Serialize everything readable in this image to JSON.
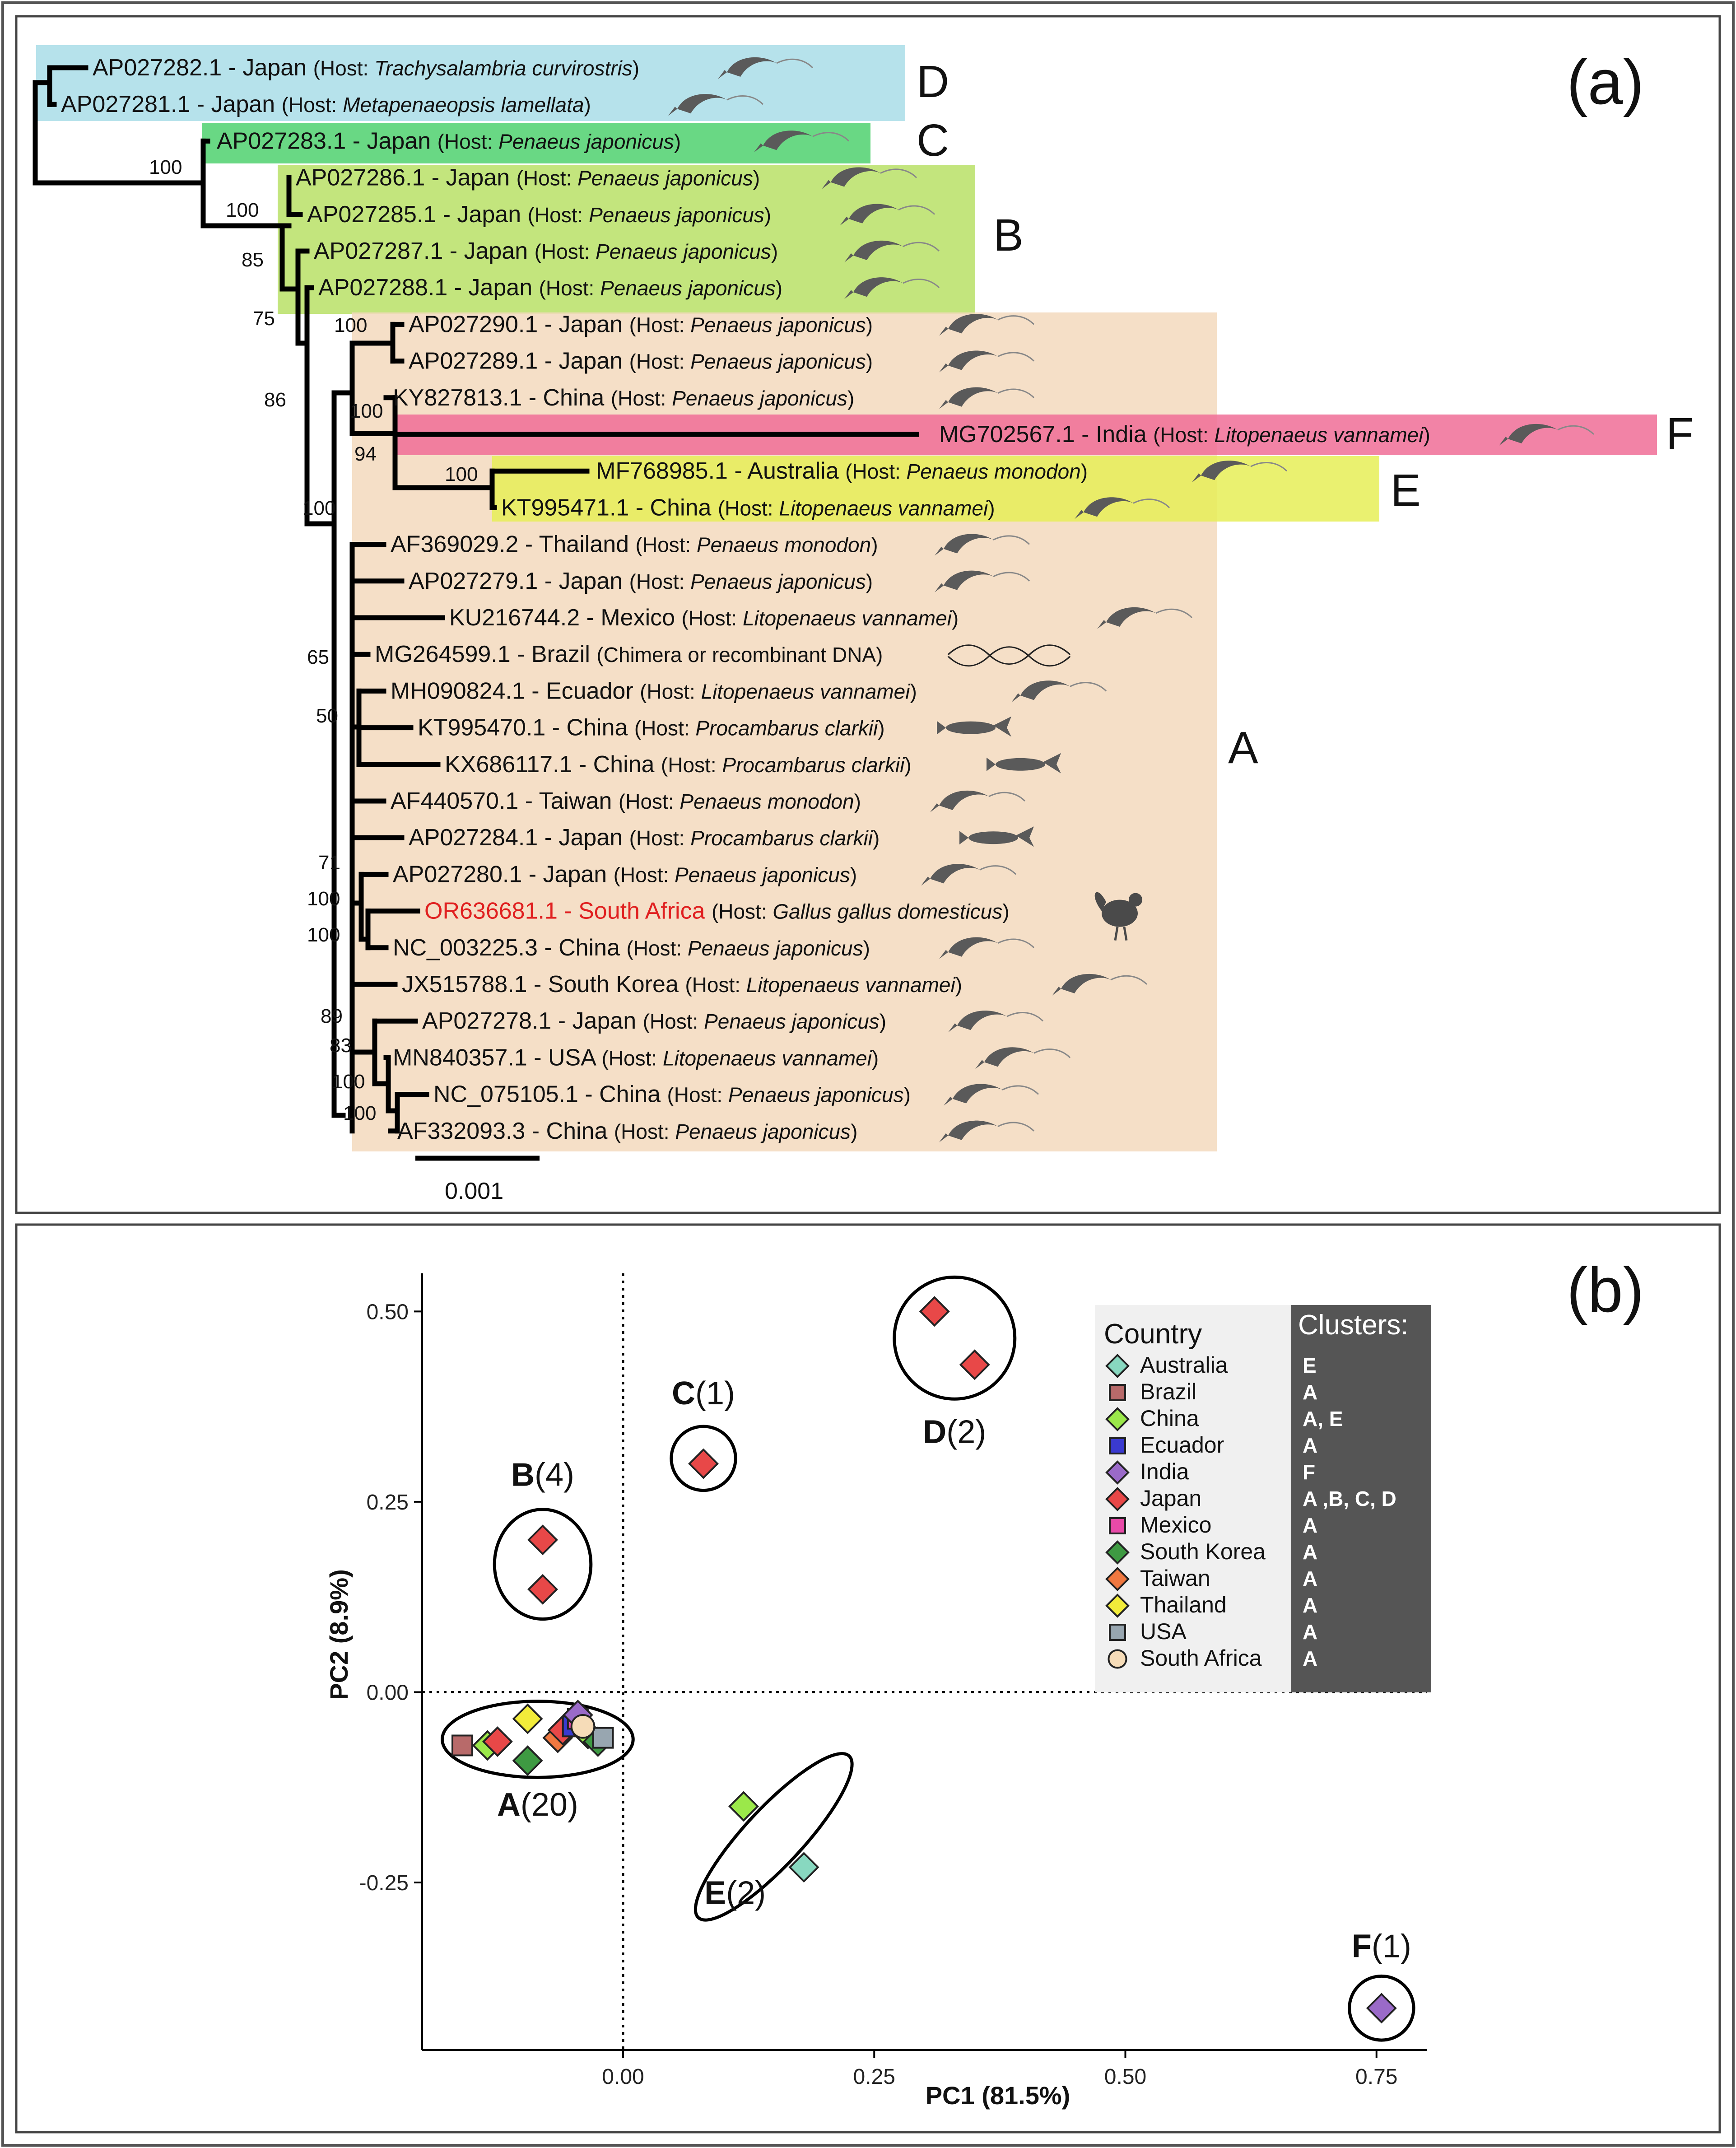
{
  "figure": {
    "panel_a_tag": "(a)",
    "panel_b_tag": "(b)",
    "scale_bar_label": "0.001"
  },
  "tree": {
    "tips": [
      {
        "acc": "AP027282.1 - Japan",
        "host_prefix": "(Host: ",
        "species": "Trachysalambria curvirostris",
        "host_suffix": ")",
        "clade": "D",
        "icon": "shrimp-icon"
      },
      {
        "acc": "AP027281.1 - Japan",
        "host_prefix": "(Host: ",
        "species": "Metapenaeopsis lamellata",
        "host_suffix": ")",
        "clade": "D",
        "icon": "shrimp-icon"
      },
      {
        "acc": "AP027283.1 - Japan",
        "host_prefix": "(Host: ",
        "species": "Penaeus japonicus",
        "host_suffix": ")",
        "clade": "C",
        "icon": "shrimp-icon"
      },
      {
        "acc": "AP027286.1 - Japan",
        "host_prefix": "(Host: ",
        "species": "Penaeus japonicus",
        "host_suffix": ")",
        "clade": "B",
        "icon": "shrimp-icon"
      },
      {
        "acc": "AP027285.1 - Japan",
        "host_prefix": "(Host: ",
        "species": "Penaeus japonicus",
        "host_suffix": ")",
        "clade": "B",
        "icon": "shrimp-icon"
      },
      {
        "acc": "AP027287.1 - Japan",
        "host_prefix": "(Host: ",
        "species": "Penaeus japonicus",
        "host_suffix": ")",
        "clade": "B",
        "icon": "shrimp-icon"
      },
      {
        "acc": "AP027288.1 - Japan",
        "host_prefix": "(Host: ",
        "species": "Penaeus japonicus",
        "host_suffix": ")",
        "clade": "B",
        "icon": "shrimp-icon"
      },
      {
        "acc": "AP027290.1 - Japan",
        "host_prefix": "(Host: ",
        "species": "Penaeus japonicus",
        "host_suffix": ")",
        "clade": "A",
        "icon": "shrimp-icon"
      },
      {
        "acc": "AP027289.1 - Japan",
        "host_prefix": "(Host: ",
        "species": "Penaeus japonicus",
        "host_suffix": ")",
        "clade": "A",
        "icon": "shrimp-icon"
      },
      {
        "acc": "KY827813.1 - China",
        "host_prefix": "(Host: ",
        "species": "Penaeus japonicus",
        "host_suffix": ")",
        "clade": "A",
        "icon": "shrimp-icon"
      },
      {
        "acc": "MG702567.1 - India",
        "host_prefix": "(Host: ",
        "species": "Litopenaeus vannamei",
        "host_suffix": ")",
        "clade": "F",
        "icon": "shrimp-icon"
      },
      {
        "acc": "MF768985.1 - Australia",
        "host_prefix": "(Host: ",
        "species": "Penaeus monodon",
        "host_suffix": ")",
        "clade": "E",
        "icon": "shrimp-icon"
      },
      {
        "acc": "KT995471.1 - China",
        "host_prefix": "(Host: ",
        "species": "Litopenaeus vannamei",
        "host_suffix": ")",
        "clade": "E",
        "icon": "shrimp-icon"
      },
      {
        "acc": "AF369029.2 - Thailand",
        "host_prefix": "(Host: ",
        "species": "Penaeus monodon",
        "host_suffix": ")",
        "clade": "A",
        "icon": "shrimp-icon"
      },
      {
        "acc": "AP027279.1 - Japan",
        "host_prefix": "(Host: ",
        "species": "Penaeus japonicus",
        "host_suffix": ")",
        "clade": "A",
        "icon": "shrimp-icon"
      },
      {
        "acc": "KU216744.2 - Mexico",
        "host_prefix": "(Host: ",
        "species": "Litopenaeus vannamei",
        "host_suffix": ")",
        "clade": "A",
        "icon": "shrimp-icon"
      },
      {
        "acc": "MG264599.1 - Brazil",
        "host_prefix": "(Chimera or recombinant DNA)",
        "species": "",
        "host_suffix": "",
        "clade": "A",
        "icon": "dna-icon"
      },
      {
        "acc": "MH090824.1 - Ecuador",
        "host_prefix": "(Host: ",
        "species": "Litopenaeus vannamei",
        "host_suffix": ")",
        "clade": "A",
        "icon": "shrimp-icon"
      },
      {
        "acc": "KT995470.1 - China",
        "host_prefix": "(Host: ",
        "species": "Procambarus clarkii",
        "host_suffix": ")",
        "clade": "A",
        "icon": "crayfish-icon"
      },
      {
        "acc": "KX686117.1 - China",
        "host_prefix": "(Host: ",
        "species": "Procambarus clarkii",
        "host_suffix": ")",
        "clade": "A",
        "icon": "crayfish-icon"
      },
      {
        "acc": "AF440570.1 - Taiwan",
        "host_prefix": "(Host: ",
        "species": "Penaeus monodon",
        "host_suffix": ")",
        "clade": "A",
        "icon": "shrimp-icon"
      },
      {
        "acc": "AP027284.1 - Japan",
        "host_prefix": "(Host: ",
        "species": "Procambarus clarkii",
        "host_suffix": ")",
        "clade": "A",
        "icon": "crayfish-icon"
      },
      {
        "acc": "AP027280.1 - Japan",
        "host_prefix": "(Host: ",
        "species": "Penaeus japonicus",
        "host_suffix": ")",
        "clade": "A",
        "icon": "shrimp-icon"
      },
      {
        "acc": "OR636681.1 - South Africa",
        "host_prefix": "(Host: ",
        "species": "Gallus gallus domesticus",
        "host_suffix": ")",
        "clade": "A",
        "icon": "chicken-icon",
        "highlight": "#e02020"
      },
      {
        "acc": "NC_003225.3 - China",
        "host_prefix": "(Host: ",
        "species": "Penaeus japonicus",
        "host_suffix": ")",
        "clade": "A",
        "icon": "shrimp-icon"
      },
      {
        "acc": "JX515788.1 - South Korea",
        "host_prefix": "(Host: ",
        "species": "Litopenaeus vannamei",
        "host_suffix": ")",
        "clade": "A",
        "icon": "shrimp-icon"
      },
      {
        "acc": "AP027278.1 - Japan",
        "host_prefix": "(Host: ",
        "species": "Penaeus japonicus",
        "host_suffix": ")",
        "clade": "A",
        "icon": "shrimp-icon"
      },
      {
        "acc": "MN840357.1 - USA",
        "host_prefix": "(Host: ",
        "species": "Litopenaeus vannamei",
        "host_suffix": ")",
        "clade": "A",
        "icon": "shrimp-icon"
      },
      {
        "acc": "NC_075105.1 - China",
        "host_prefix": "(Host: ",
        "species": "Penaeus japonicus",
        "host_suffix": ")",
        "clade": "A",
        "icon": "shrimp-icon"
      },
      {
        "acc": "AF332093.3 - China",
        "host_prefix": "(Host: ",
        "species": "Penaeus japonicus",
        "host_suffix": ")",
        "clade": "A",
        "icon": "shrimp-icon"
      }
    ],
    "bootstrap": [
      "100",
      "100",
      "85",
      "75",
      "86",
      "100",
      "100",
      "94",
      "100",
      "100",
      "65",
      "50",
      "71",
      "100",
      "100",
      "89",
      "83",
      "100",
      "100"
    ],
    "clades": [
      {
        "letter": "D",
        "color": "#a9dde8"
      },
      {
        "letter": "C",
        "color": "#4fd16e"
      },
      {
        "letter": "B",
        "color": "#b9e066"
      },
      {
        "letter": "A",
        "color": "#f3d9bd"
      },
      {
        "letter": "F",
        "color": "#f06d96"
      },
      {
        "letter": "E",
        "color": "#e6ef57"
      }
    ]
  },
  "chart_data": {
    "type": "scatter",
    "xlabel": "PC1 (81.5%)",
    "ylabel": "PC2 (8.9%)",
    "xlim": [
      -0.2,
      0.8
    ],
    "ylim": [
      -0.47,
      0.55
    ],
    "xticks": [
      "0.00",
      "0.25",
      "0.50",
      "0.75"
    ],
    "xtick_values": [
      0,
      0.25,
      0.5,
      0.75
    ],
    "yticks": [
      "0.50",
      "0.25",
      "0.00",
      "-0.25"
    ],
    "ytick_values": [
      0.5,
      0.25,
      0,
      -0.25
    ],
    "points": [
      {
        "x": 0.31,
        "y": 0.5,
        "country": "Japan"
      },
      {
        "x": 0.35,
        "y": 0.43,
        "country": "Japan"
      },
      {
        "x": 0.08,
        "y": 0.3,
        "country": "Japan"
      },
      {
        "x": -0.08,
        "y": 0.2,
        "country": "Japan"
      },
      {
        "x": -0.08,
        "y": 0.135,
        "country": "Japan"
      },
      {
        "x": 0.12,
        "y": -0.15,
        "country": "China"
      },
      {
        "x": 0.18,
        "y": -0.23,
        "country": "Australia"
      },
      {
        "x": 0.755,
        "y": -0.415,
        "country": "India"
      },
      {
        "x": -0.16,
        "y": -0.07,
        "country": "Brazil"
      },
      {
        "x": -0.135,
        "y": -0.07,
        "country": "China"
      },
      {
        "x": -0.125,
        "y": -0.065,
        "country": "Japan"
      },
      {
        "x": -0.095,
        "y": -0.09,
        "country": "South Korea"
      },
      {
        "x": -0.095,
        "y": -0.035,
        "country": "Thailand"
      },
      {
        "x": -0.065,
        "y": -0.06,
        "country": "Taiwan"
      },
      {
        "x": -0.06,
        "y": -0.05,
        "country": "Japan"
      },
      {
        "x": -0.05,
        "y": -0.045,
        "country": "Ecuador"
      },
      {
        "x": -0.045,
        "y": -0.035,
        "country": "Mexico"
      },
      {
        "x": -0.045,
        "y": -0.03,
        "country": "India"
      },
      {
        "x": -0.035,
        "y": -0.055,
        "country": "China"
      },
      {
        "x": -0.025,
        "y": -0.065,
        "country": "South Korea"
      },
      {
        "x": -0.02,
        "y": -0.06,
        "country": "USA"
      },
      {
        "x": -0.04,
        "y": -0.045,
        "country": "South Africa"
      }
    ],
    "clusters": [
      {
        "name": "A",
        "count": "(20)",
        "cx": -0.085,
        "cy": -0.062,
        "rx": 0.095,
        "ry": 0.05,
        "angle": 0
      },
      {
        "name": "B",
        "count": "(4)",
        "cx": -0.08,
        "cy": 0.168,
        "rx": 0.048,
        "ry": 0.072,
        "angle": 0
      },
      {
        "name": "C",
        "count": "(1)",
        "cx": 0.08,
        "cy": 0.307,
        "rx": 0.032,
        "ry": 0.042,
        "angle": 0
      },
      {
        "name": "D",
        "count": "(2)",
        "cx": 0.33,
        "cy": 0.465,
        "rx": 0.06,
        "ry": 0.08,
        "angle": 0
      },
      {
        "name": "E",
        "count": "(2)",
        "cx": 0.15,
        "cy": -0.19,
        "rx": 0.11,
        "ry": 0.038,
        "angle": -47
      },
      {
        "name": "F",
        "count": "(1)",
        "cx": 0.755,
        "cy": -0.415,
        "rx": 0.032,
        "ry": 0.042,
        "angle": 0
      }
    ],
    "legend": {
      "title": "Country",
      "clusters_title": "Clusters:",
      "position": "top-right",
      "entries": [
        {
          "country": "Australia",
          "color": "#88d8c0",
          "shape": "diamond",
          "clusters": "E"
        },
        {
          "country": "Brazil",
          "color": "#b86a6a",
          "shape": "square",
          "clusters": "A"
        },
        {
          "country": "China",
          "color": "#9be84a",
          "shape": "diamond",
          "clusters": "A, E"
        },
        {
          "country": "Ecuador",
          "color": "#3a3ad0",
          "shape": "square",
          "clusters": "A"
        },
        {
          "country": "India",
          "color": "#9a6ac8",
          "shape": "diamond",
          "clusters": "F"
        },
        {
          "country": "Japan",
          "color": "#e84848",
          "shape": "diamond",
          "clusters": "A ,B, C, D"
        },
        {
          "country": "Mexico",
          "color": "#e84aa8",
          "shape": "square",
          "clusters": "A"
        },
        {
          "country": "South Korea",
          "color": "#3e9a42",
          "shape": "diamond",
          "clusters": "A"
        },
        {
          "country": "Taiwan",
          "color": "#f07840",
          "shape": "diamond",
          "clusters": "A"
        },
        {
          "country": "Thailand",
          "color": "#f2ec3a",
          "shape": "diamond",
          "clusters": "A"
        },
        {
          "country": "USA",
          "color": "#98a6b0",
          "shape": "square",
          "clusters": "A"
        },
        {
          "country": "South Africa",
          "color": "#f6dcb8",
          "shape": "circle",
          "clusters": "A"
        }
      ]
    }
  }
}
